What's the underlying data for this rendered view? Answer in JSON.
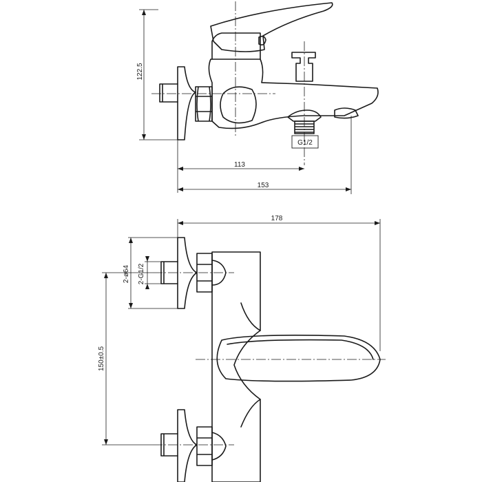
{
  "side_view": {
    "height_label": "122.5",
    "spout_width_label": "113",
    "total_width_label": "153",
    "outlet_thread_label": "G1/2"
  },
  "top_view": {
    "total_depth_label": "178",
    "flange_diameter_label": "2-ø64",
    "inlet_thread_label": "2-G1/2",
    "center_distance_label": "150±0.5"
  }
}
